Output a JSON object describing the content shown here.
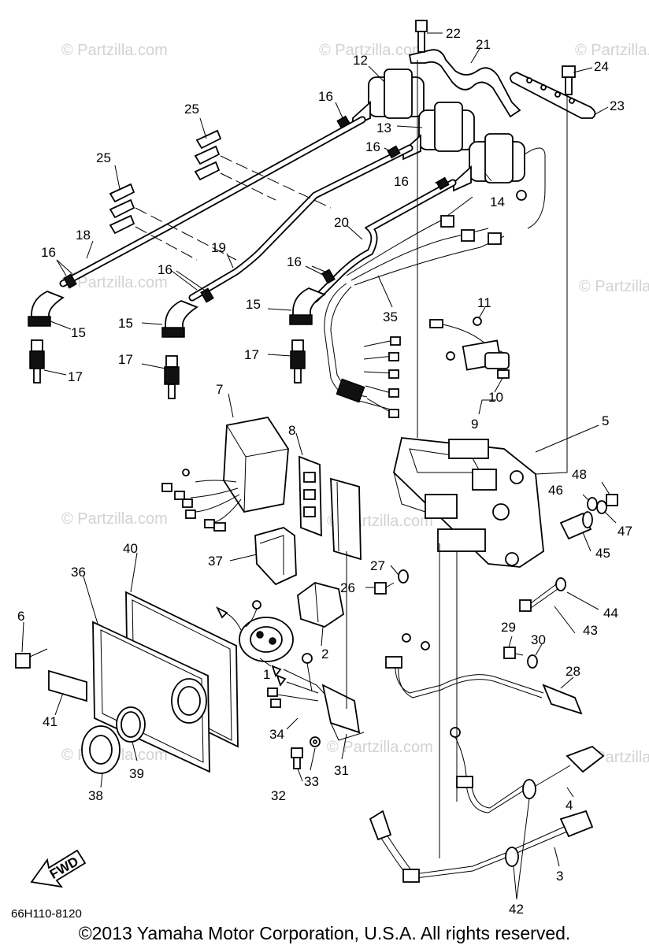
{
  "watermark": "© Partzilla.com",
  "part_number": "66H110-8120",
  "copyright": "©2013  Yamaha Motor Corporation, U.S.A. All rights reserved.",
  "fwd_label": "FWD",
  "callouts": {
    "c1": "1",
    "c2": "2",
    "c3": "3",
    "c4": "4",
    "c5": "5",
    "c6": "6",
    "c7": "7",
    "c8": "8",
    "c9": "9",
    "c10": "10",
    "c11": "11",
    "c12": "12",
    "c13": "13",
    "c14": "14",
    "c15": "15",
    "c16": "16",
    "c17": "17",
    "c18": "18",
    "c19": "19",
    "c20": "20",
    "c21": "21",
    "c22": "22",
    "c23": "23",
    "c24": "24",
    "c25": "25",
    "c26": "26",
    "c27": "27",
    "c28": "28",
    "c29": "29",
    "c30": "30",
    "c31": "31",
    "c32": "32",
    "c33": "33",
    "c34": "34",
    "c35": "35",
    "c36": "36",
    "c37": "37",
    "c38": "38",
    "c39": "39",
    "c40": "40",
    "c41": "41",
    "c42": "42",
    "c43": "43",
    "c44": "44",
    "c45": "45",
    "c46": "46",
    "c47": "47",
    "c48": "48"
  }
}
